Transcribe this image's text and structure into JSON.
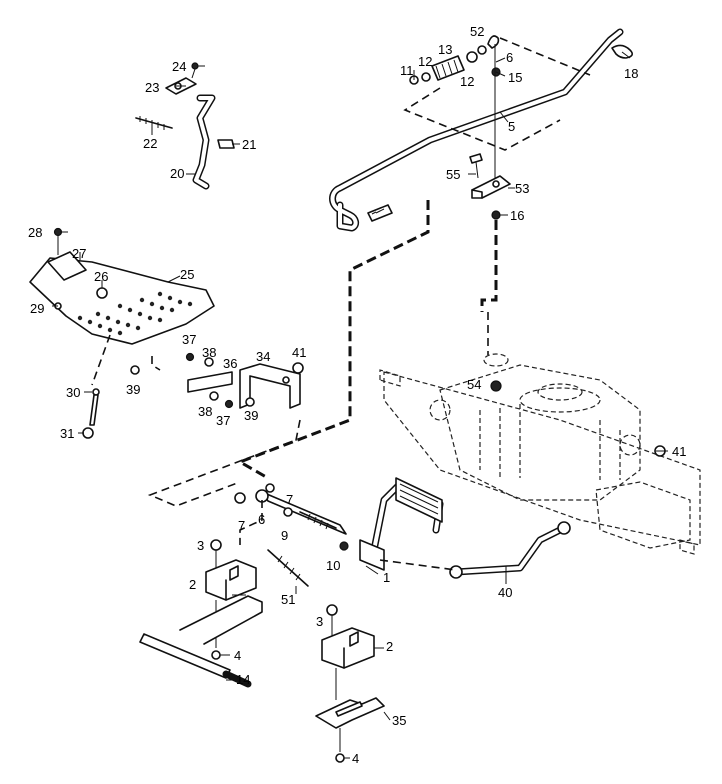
{
  "callouts": [
    {
      "id": "c24",
      "text": "24"
    },
    {
      "id": "c23",
      "text": "23"
    },
    {
      "id": "c22",
      "text": "22"
    },
    {
      "id": "c21",
      "text": "21"
    },
    {
      "id": "c20",
      "text": "20"
    },
    {
      "id": "c11",
      "text": "11"
    },
    {
      "id": "c12a",
      "text": "12"
    },
    {
      "id": "c13",
      "text": "13"
    },
    {
      "id": "c52",
      "text": "52"
    },
    {
      "id": "c6a",
      "text": "6"
    },
    {
      "id": "c12b",
      "text": "12"
    },
    {
      "id": "c15",
      "text": "15"
    },
    {
      "id": "c18",
      "text": "18"
    },
    {
      "id": "c5",
      "text": "5"
    },
    {
      "id": "c55",
      "text": "55"
    },
    {
      "id": "c53",
      "text": "53"
    },
    {
      "id": "c16",
      "text": "16"
    },
    {
      "id": "c28",
      "text": "28"
    },
    {
      "id": "c27",
      "text": "27"
    },
    {
      "id": "c26",
      "text": "26"
    },
    {
      "id": "c25",
      "text": "25"
    },
    {
      "id": "c29",
      "text": "29"
    },
    {
      "id": "c37a",
      "text": "37"
    },
    {
      "id": "c38a",
      "text": "38"
    },
    {
      "id": "c36",
      "text": "36"
    },
    {
      "id": "c34",
      "text": "34"
    },
    {
      "id": "c41a",
      "text": "41"
    },
    {
      "id": "c39a",
      "text": "39"
    },
    {
      "id": "c30",
      "text": "30"
    },
    {
      "id": "c38b",
      "text": "38"
    },
    {
      "id": "c37b",
      "text": "37"
    },
    {
      "id": "c39b",
      "text": "39"
    },
    {
      "id": "c31",
      "text": "31"
    },
    {
      "id": "c54",
      "text": "54"
    },
    {
      "id": "c41b",
      "text": "41"
    },
    {
      "id": "c7a",
      "text": "7"
    },
    {
      "id": "c7b",
      "text": "7"
    },
    {
      "id": "c6b",
      "text": "6"
    },
    {
      "id": "c9",
      "text": "9"
    },
    {
      "id": "c3a",
      "text": "3"
    },
    {
      "id": "c10",
      "text": "10"
    },
    {
      "id": "c1",
      "text": "1"
    },
    {
      "id": "c2a",
      "text": "2"
    },
    {
      "id": "c51",
      "text": "51"
    },
    {
      "id": "c40",
      "text": "40"
    },
    {
      "id": "c4a",
      "text": "4"
    },
    {
      "id": "c14",
      "text": "14"
    },
    {
      "id": "c3b",
      "text": "3"
    },
    {
      "id": "c2b",
      "text": "2"
    },
    {
      "id": "c35",
      "text": "35"
    },
    {
      "id": "c4b",
      "text": "4"
    }
  ]
}
